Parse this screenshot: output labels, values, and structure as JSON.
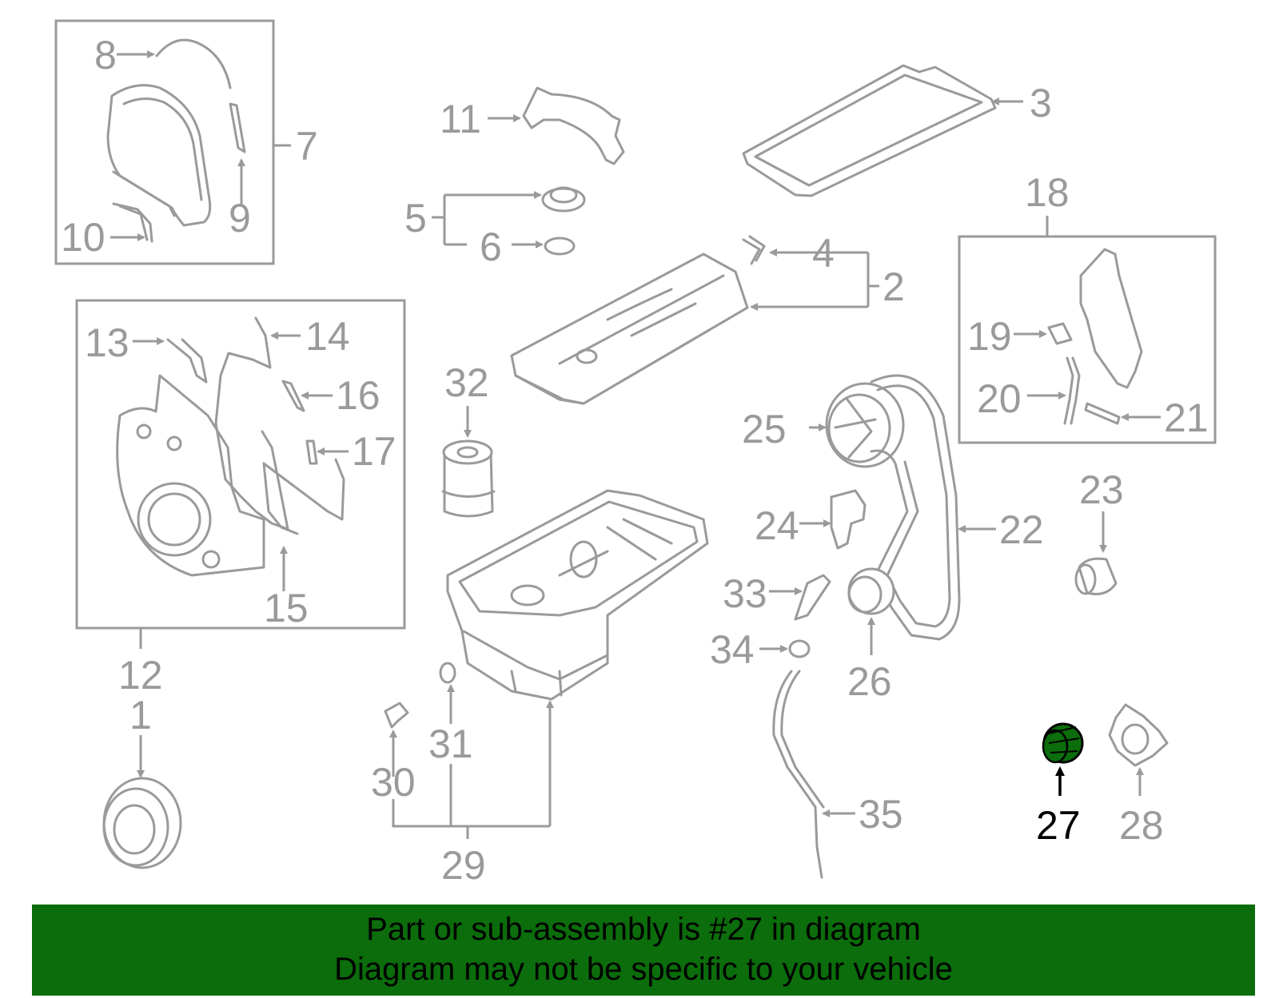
{
  "callouts": {
    "c1": "1",
    "c2": "2",
    "c3": "3",
    "c4": "4",
    "c5": "5",
    "c6": "6",
    "c7": "7",
    "c8": "8",
    "c9": "9",
    "c10": "10",
    "c11": "11",
    "c12": "12",
    "c13": "13",
    "c14": "14",
    "c15": "15",
    "c16": "16",
    "c17": "17",
    "c18": "18",
    "c19": "19",
    "c20": "20",
    "c21": "21",
    "c22": "22",
    "c23": "23",
    "c24": "24",
    "c25": "25",
    "c26": "26",
    "c27": "27",
    "c28": "28",
    "c29": "29",
    "c30": "30",
    "c31": "31",
    "c32": "32",
    "c33": "33",
    "c34": "34",
    "c35": "35"
  },
  "highlight": {
    "part": "27",
    "color": "#0b6d0b"
  },
  "footer": {
    "line1": "Part or sub-assembly is #27 in diagram",
    "line2": "Diagram may not be specific to your vehicle"
  }
}
